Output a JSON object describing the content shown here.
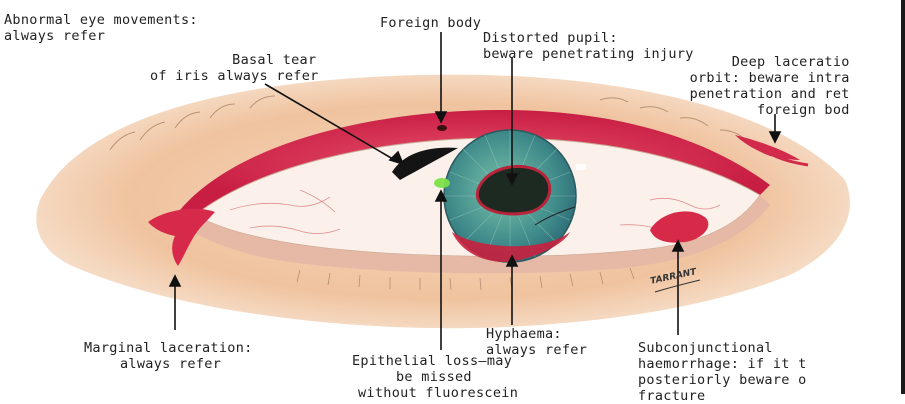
{
  "labels": {
    "abnormal_eye": [
      "Abnormal eye movements:",
      "always refer"
    ],
    "foreign_body": [
      "Foreign body"
    ],
    "distorted_pupil": [
      "Distorted pupil:",
      "beware penetrating injury"
    ],
    "basal_tear": [
      "Basal tear",
      "of iris always refer"
    ],
    "deep_laceration": [
      "Deep laceratio",
      "orbit: beware intra",
      "penetration and ret",
      "foreign bod"
    ],
    "marginal_laceration": [
      "Marginal laceration:",
      "always refer"
    ],
    "epithelial_loss": [
      "Epithelial loss—may",
      "be missed",
      "without fluorescein"
    ],
    "hyphaema": [
      "Hyphaema:",
      "always refer"
    ],
    "subconjunctival": [
      "Subconjunctional",
      "haemorrhage: if it t",
      "posteriorly beware o",
      "fracture"
    ]
  },
  "artist_signature": "TARRANT",
  "colors": {
    "skin": "#f2c8a6",
    "conjunctiva_red": "#d8284c",
    "sclera": "#fbf2ec",
    "iris": "#4f9a94",
    "pupil": "#1c2a22",
    "text": "#222222"
  }
}
